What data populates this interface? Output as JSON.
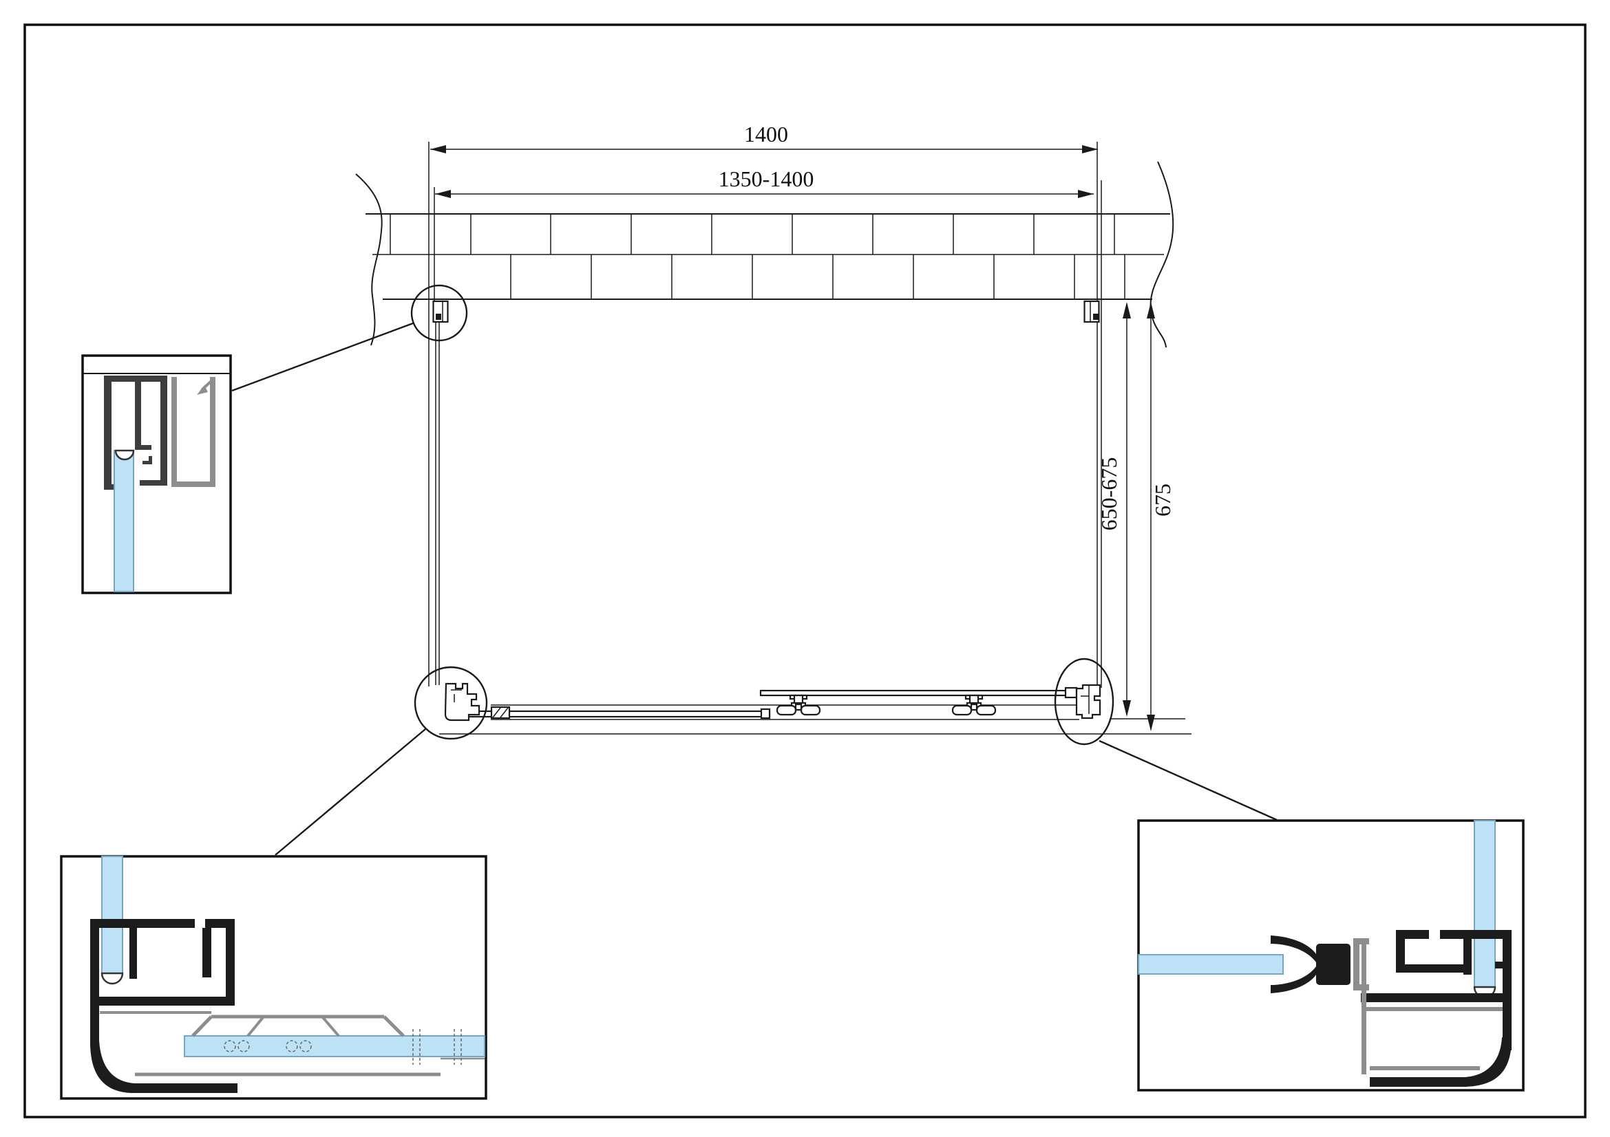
{
  "drawing": {
    "dimensions": {
      "width_overall": "1400",
      "width_adjustable": "1350-1400",
      "depth_adjustable": "650-675",
      "depth_overall": "675"
    },
    "colors": {
      "glass": "#bde2f5",
      "glass_edge": "#74a6c6",
      "profile_dark": "#3d3d3d",
      "profile_black": "#1c1c1c",
      "profile_gray": "#8d8d8d"
    }
  }
}
